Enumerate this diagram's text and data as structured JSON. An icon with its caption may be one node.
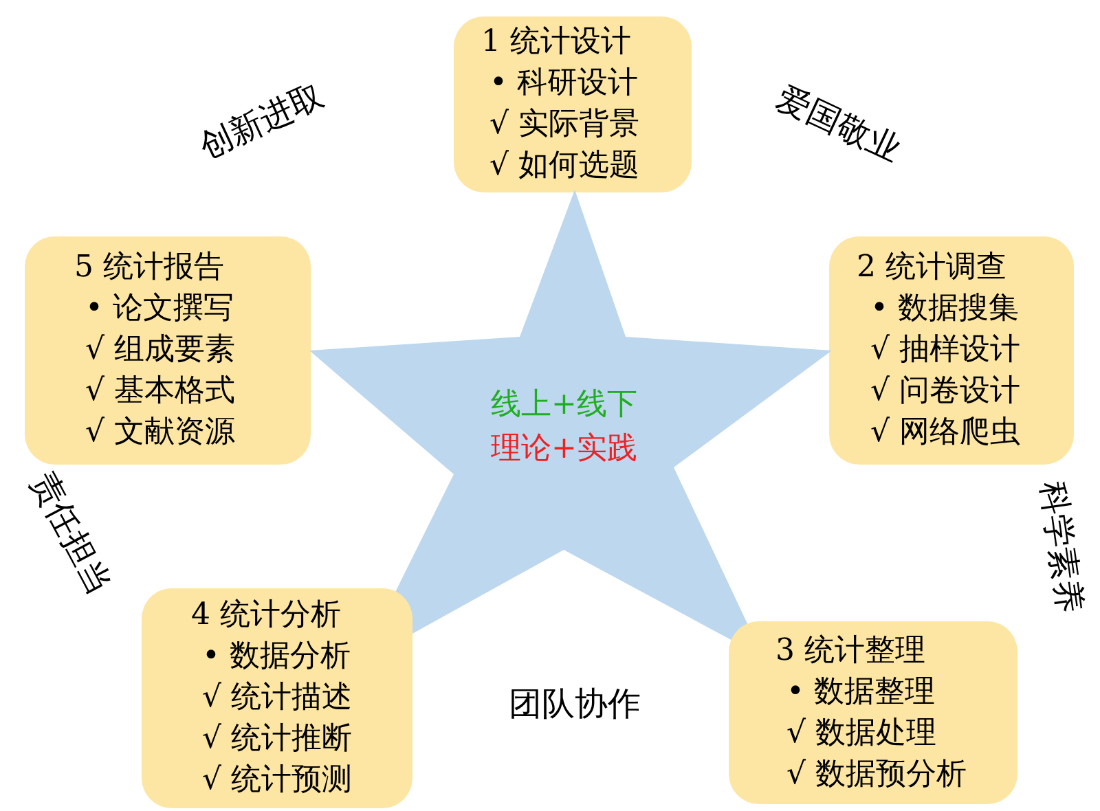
{
  "diagram": {
    "nodes": [
      {
        "text": [
          "1  统计设计",
          "• 科研设计",
          "√ 实际背景",
          "√ 如何选题"
        ]
      },
      {
        "text": [
          "5  统计报告",
          "• 论文撰写",
          "√ 组成要素",
          "√ 基本格式",
          "√ 文献资源"
        ]
      },
      {
        "text": [
          "2  统计调查",
          "• 数据搜集",
          "√ 抽样设计",
          "√ 问卷设计",
          "√ 网络爬虫"
        ]
      },
      {
        "text": [
          "线上+线下",
          "理论+实践"
        ]
      },
      {
        "text": [
          "4  统计分析",
          "• 数据分析",
          "√ 统计描述",
          "√ 统计推断",
          "√ 统计预测"
        ]
      },
      {
        "text": [
          "3  统计整理",
          "• 数据整理",
          "√ 数据处理",
          "√ 数据预分析"
        ]
      }
    ],
    "labels": [
      "创新进取",
      "爱国敬业",
      "责任担当",
      "科学素养",
      "团队协作"
    ]
  }
}
